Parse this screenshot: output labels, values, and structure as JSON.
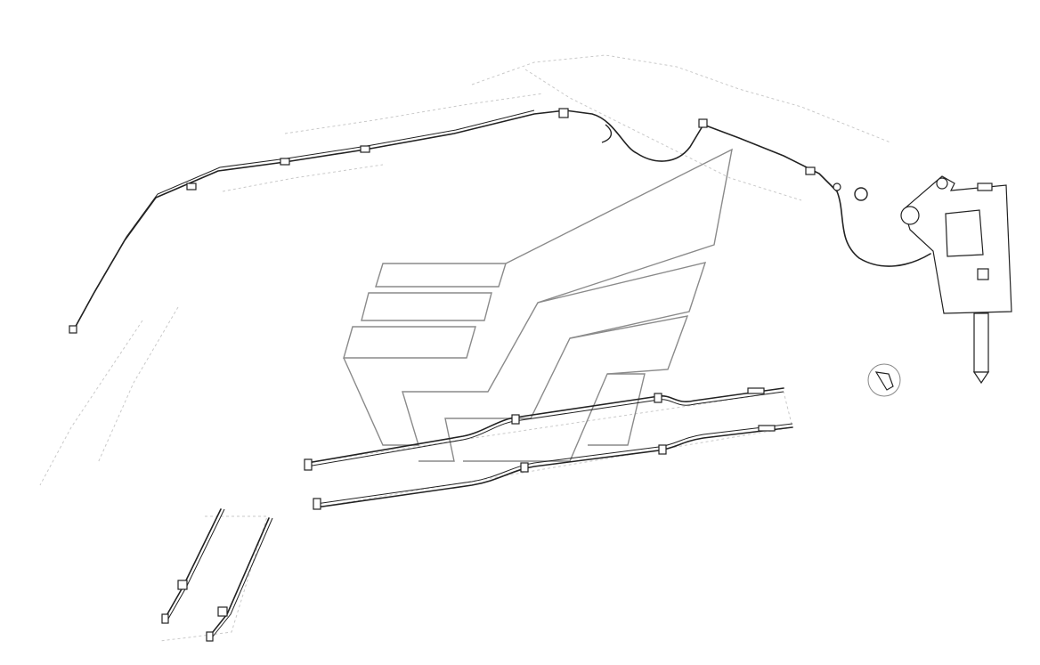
{
  "diagram": {
    "components": [
      {
        "id": "arm-hydraulic-line",
        "icon": "hydraulic-pipe"
      },
      {
        "id": "breaker-hammer",
        "icon": "hydraulic-breaker"
      },
      {
        "id": "boom-pipe-assembly",
        "icon": "pipe-assembly"
      },
      {
        "id": "lower-pipe-pair",
        "icon": "pipe-pair"
      },
      {
        "id": "fitting-detail",
        "icon": "fitting-circle"
      }
    ],
    "watermark": {
      "icon": "brand-logo-chevrons",
      "color": "#8a8a8a"
    },
    "line_color": "#222222",
    "ghost_color": "#c9c9c9"
  }
}
